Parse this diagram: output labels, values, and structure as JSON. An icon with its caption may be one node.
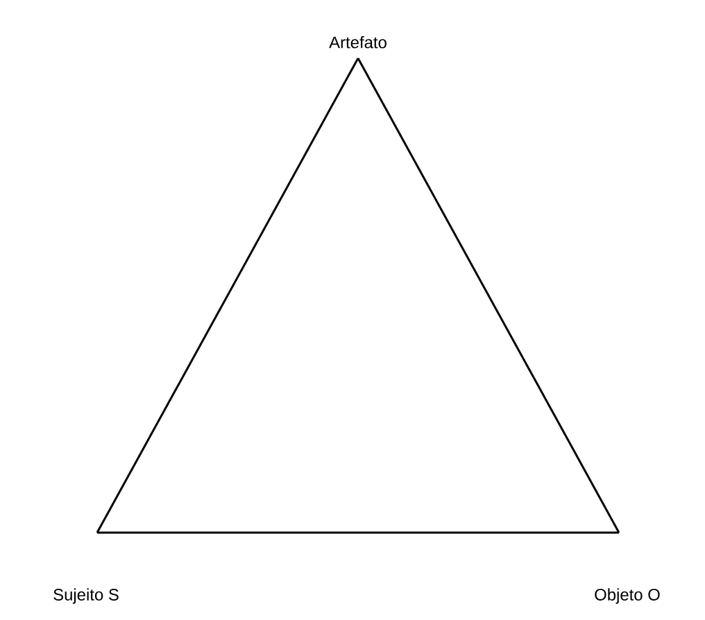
{
  "diagram": {
    "nodes": [
      {
        "text": [
          "Artefato"
        ]
      },
      {
        "text": [
          "Sujeito S"
        ]
      },
      {
        "text": [
          "Objeto O"
        ]
      }
    ],
    "edges": [
      {
        "from": 0,
        "to": 1,
        "arrow": "none"
      },
      {
        "from": 1,
        "to": 2,
        "arrow": "none"
      },
      {
        "from": 2,
        "to": 0,
        "arrow": "none"
      }
    ]
  }
}
